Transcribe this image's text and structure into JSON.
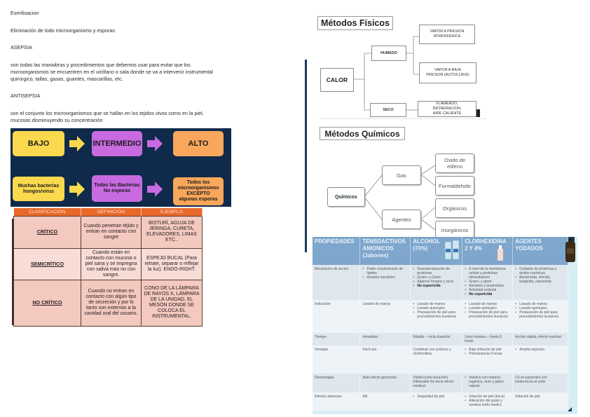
{
  "document": {
    "paragraphs": [
      "Eserilixacion",
      "Eliminación de todo microorganismo y esporas",
      "ASEPSIA",
      "son todas las maniobras y procedimientos que debemos usar para evitar que los",
      "microorganismos se encuentren en el uirófano o sala donde se va a intervenir instrumental",
      "quirúrgico, tallas, gasas, guantes, mascarillas, etc.",
      "ANTISEPSIA",
      "son el conjunto  los microorganismos que se hallan en los tejidos vivos como en la piel,",
      "mucosas disminuyendo su concentración"
    ]
  },
  "levels": {
    "top": [
      "BAJO",
      "INTERMEDIO",
      "ALTO"
    ],
    "bottom": [
      [
        "Muchas bacterias",
        "hongos/virus"
      ],
      [
        "Todas las Bacterias",
        "No esporas"
      ],
      [
        "Todos los",
        "microorganismos",
        "EXCEPTO",
        "algunas esporas"
      ]
    ],
    "colors": {
      "bajo": "#fbd94f",
      "intermedio": "#c86ae0",
      "alto": "#f9a75c",
      "background": "#0f2a4a"
    }
  },
  "classification": {
    "headers": [
      "CLASIFICACIÓN",
      "DEFINICIÓN",
      "EJEMPLO"
    ],
    "rows": [
      {
        "cls": "CRÍTICO",
        "def": "Cuando penetran téjido y entran en contacto con sangre",
        "ex": "BISTURÍ, AGUJA DE JERINGA, CURETA, ELEVADORES, LIMAS ETC.."
      },
      {
        "cls": "SEMICRÍTICO",
        "def": "Cuando están en contacto con mucosa o piel sana y se impregna con saliva mas no con sangre.",
        "ex": "ESPEJO BUCAL (Para retraer, separar o reflejar la luz). ENDO-RIGHT."
      },
      {
        "cls": "NO CRÍTICO",
        "def": "Cuando no entran en contacto con algún tipo de secreción y por lo tanto son externos a la cavidad oral del usuario.",
        "ex": "CONO DE LA LÁMPARA DE RAYOS X, LÁMPARA DE LA UNIDAD, EL MESÓN DONDE SE COLOCA EL INSTRUMENTAL."
      }
    ]
  },
  "physical": {
    "title": "Métodos Físicos",
    "root": "CALOR",
    "humedo": "HUMEDO",
    "seco": "SECO",
    "vapor_atm": [
      "VAPOR A PRESION",
      "ATMOSFERICA"
    ],
    "vapor_baja": [
      "VAPOR A BAJA",
      "PRESION (AUTOCLAVE)"
    ],
    "flameado": [
      "FLAMEADO,",
      "INCINERACION,",
      "AIRE CALIENTE"
    ]
  },
  "chemical": {
    "title": "Métodos Químicos",
    "root": "Químicos",
    "gas": "Gas",
    "agentes": "Agentes",
    "oxido": [
      "Oxido de",
      "etileno"
    ],
    "formaldehido": "Formaldehido",
    "organicos": "Orgánicos",
    "inorganicos": "Inorgánicos"
  },
  "antiseptics": {
    "headers": [
      [
        "PROPIEDADES"
      ],
      [
        "TENSOACTIVOS",
        "ANIONICOS",
        "(Jabones)"
      ],
      [
        "ALCOHOL",
        "(70%)"
      ],
      [
        "CLORHEXIDINA",
        "2 Y 4%"
      ],
      [
        "AGENTES",
        "YODADOS"
      ]
    ],
    "rows": [
      {
        "label": "Mecanismo de accion",
        "c1": [
          "Poder emulsionante de lípidos",
          "Arrastre mecánico"
        ],
        "c2": [
          "Desnaturalización de proteínas",
          "Gram+ y Gram-",
          "Algunos hongos y virus",
          "**No esporicida"
        ],
        "c3": [
          "A nivel de la membrana celular y proteínas intracelulares",
          "Gram+ y gram-",
          "Aerobios y anaerobios",
          "Actividad antiviral",
          "**No esporicida"
        ],
        "c4": [
          "Oxidante de proteínas y ácidos nucleicos",
          "Bactericida, viricida, fungicida, esporicida"
        ]
      },
      {
        "label": "Indicación",
        "c1": "Lavado de manos",
        "c2": [
          "Lavado de manos",
          "Lavado quirúrgico",
          "Preparación de piel para procedimientos invasivos"
        ],
        "c3": [
          "Lavado de manos",
          "Lavado quirúrgico",
          "Preparación de piel para procedimientos invasivos"
        ],
        "c4": [
          "Lavado de manos",
          "Lavado quirúrgico",
          "Preparación de piel para procedimientos invasivos"
        ]
      },
      {
        "label": "Tiempo",
        "c1": "Inmediato",
        "c2": "Rápido – corta duración",
        "c3": "Unos minutos – hasta 6 horas",
        "c4": "Acción rápida, efecto residual"
      },
      {
        "label": "Ventajas",
        "c1": "Fácil uso",
        "c2": "Combinar con yodoros y clorhexidina",
        "c3": [
          "Baja irritación de piel",
          "Permanencia 6 horas"
        ],
        "c4": [
          "Amplio espectro"
        ]
      },
      {
        "label": "Desventajas",
        "c1": "Nulo efecto germicida",
        "c2": "Volátil (corta duración) Inflamable No tiene efecto residual",
        "c3": [
          "Inactivo con materia orgánica, duro y jabón natural"
        ],
        "c4": "C/I en pacientes con intolerancia al yodo"
      },
      {
        "label": "Efectos adversos",
        "c1": "NA",
        "c2": [
          "Sequedad de piel"
        ],
        "c3": [
          "Irritación de piel (boca)",
          "Alteración del gusto y sordera (oído medio)"
        ],
        "c4": "Irritación de piel"
      }
    ]
  }
}
